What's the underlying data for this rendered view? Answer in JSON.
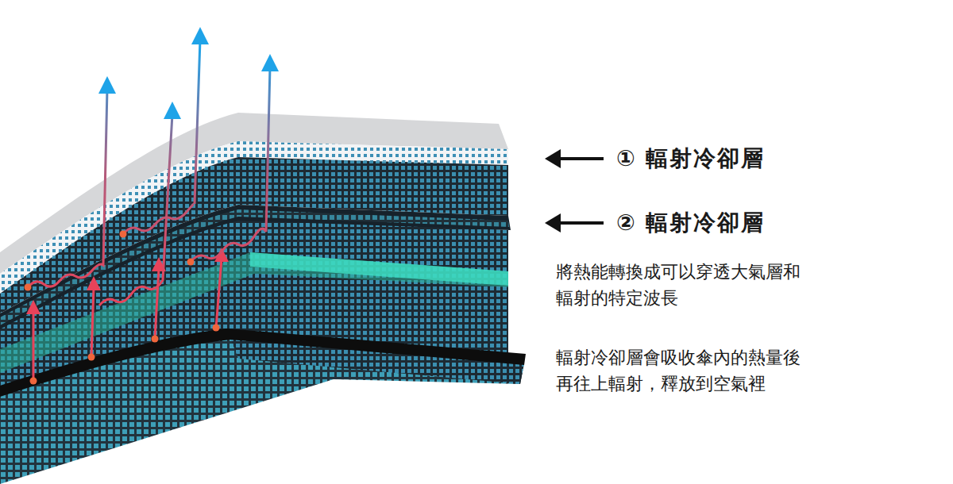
{
  "diagram": {
    "labels": [
      "① 輻射冷卻層",
      "② 輻射冷卻層",
      "將熱能轉換成可以穿透大氣層和 輻射的特定波長",
      "輻射冷卻層會吸收傘內的熱量後 再往上輻射，釋放到空氣裡"
    ]
  }
}
